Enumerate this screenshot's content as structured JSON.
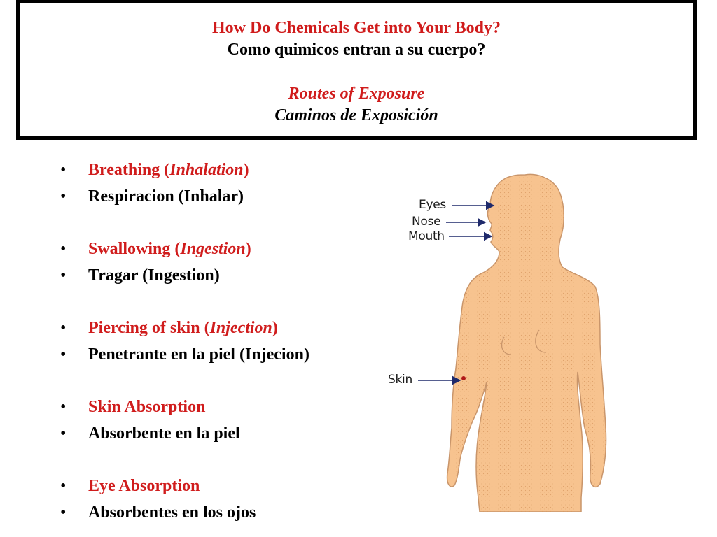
{
  "header": {
    "title_en": "How Do Chemicals Get into Your Body?",
    "title_es": "Como quimicos entran a su cuerpo?",
    "subtitle_en": "Routes of Exposure",
    "subtitle_es": "Caminos de Exposición"
  },
  "routes": [
    {
      "en_main": "Breathing (",
      "en_term": "Inhalation",
      "en_close": ")",
      "es": "Respiracion (Inhalar)"
    },
    {
      "en_main": "Swallowing (",
      "en_term": "Ingestion",
      "en_close": ")",
      "es": "Tragar (Ingestion)"
    },
    {
      "en_main": "Piercing of skin (",
      "en_term": "Injection",
      "en_close": ")",
      "es": "Penetrante en la piel (Injecion)"
    },
    {
      "en_main": "Skin Absorption",
      "en_term": "",
      "en_close": "",
      "es": "Absorbente en la piel"
    },
    {
      "en_main": "Eye Absorption",
      "en_term": "",
      "en_close": "",
      "es": "Absorbentes en los ojos"
    }
  ],
  "bullet_char": "•",
  "figure": {
    "labels": {
      "eyes": "Eyes",
      "nose": "Nose",
      "mouth": "Mouth",
      "skin": "Skin"
    }
  },
  "colors": {
    "accent_red": "#d01c1c",
    "skin": "#f7c38f",
    "skin_outline": "#c9956a",
    "arrow": "#1f2a6b"
  }
}
